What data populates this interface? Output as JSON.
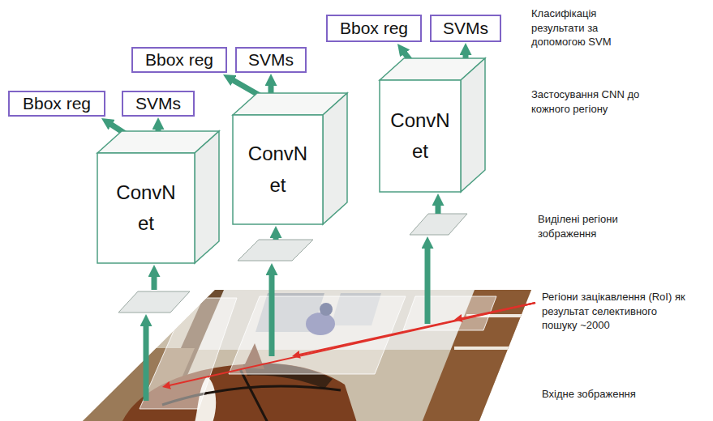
{
  "diagram": {
    "nodes": [
      {
        "text": [
          "Bbox reg"
        ]
      },
      {
        "text": [
          "SVMs"
        ]
      },
      {
        "text": [
          "Bbox reg"
        ]
      },
      {
        "text": [
          "SVMs"
        ]
      },
      {
        "text": [
          "Bbox reg"
        ]
      },
      {
        "text": [
          "SVMs"
        ]
      },
      {
        "text": [
          "ConvN et"
        ]
      },
      {
        "text": [
          "ConvN et"
        ]
      },
      {
        "text": [
          "ConvN et"
        ]
      }
    ],
    "edges": [
      {
        "from": 6,
        "to": 0,
        "arrow": "to"
      },
      {
        "from": 6,
        "to": 1,
        "arrow": "to"
      },
      {
        "from": 7,
        "to": 2,
        "arrow": "to"
      },
      {
        "from": 7,
        "to": 3,
        "arrow": "to"
      },
      {
        "from": 8,
        "to": 4,
        "arrow": "to"
      },
      {
        "from": 8,
        "to": 5,
        "arrow": "to"
      }
    ],
    "labels": [
      "Класифікація результати за допомогою SVM",
      "Застосування CNN до кожного регіону",
      "Виділені регіони зображення",
      "Регіони зацікавлення (RoI) як результат селективного пошуку ~2000",
      "Вхідне зображення"
    ]
  }
}
